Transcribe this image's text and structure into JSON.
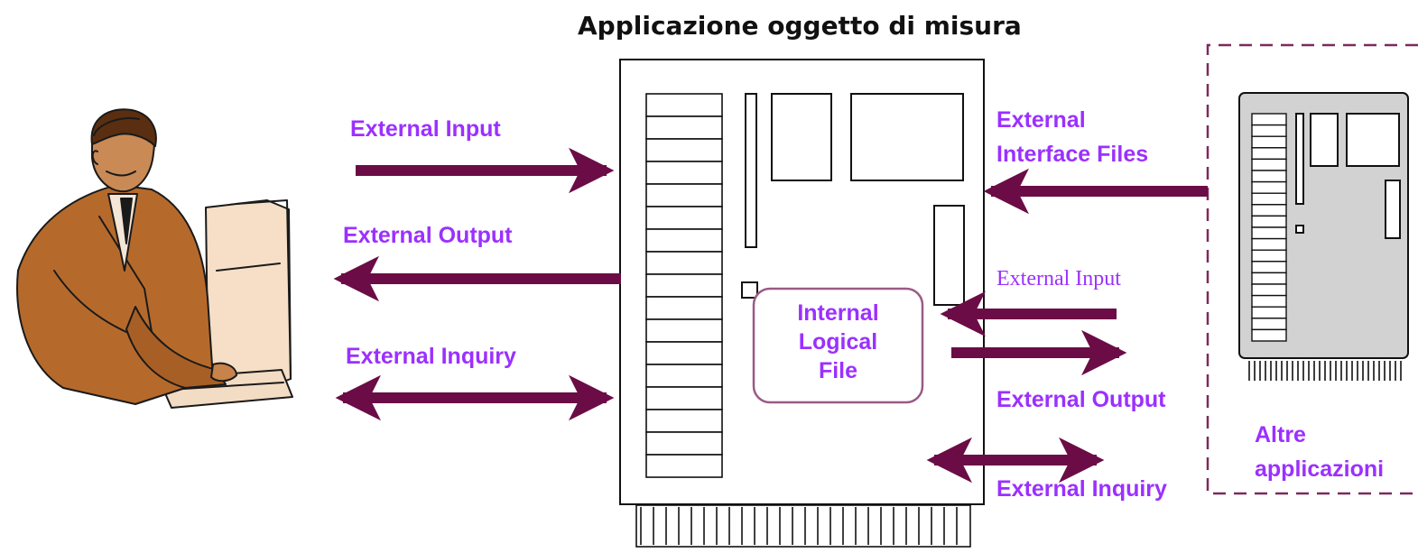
{
  "title": "Applicazione oggetto di misura",
  "colors": {
    "arrow": "#6b0c46",
    "label": "#9b30ff",
    "boundary": "#7d2a5a",
    "ilf_border": "#9a5a86",
    "board_gray": "#d2d2d2"
  },
  "left_labels": {
    "external_input": "External Input",
    "external_output": "External Output",
    "external_inquiry": "External Inquiry"
  },
  "right_labels": {
    "eif_line1": "External",
    "eif_line2": "Interface Files",
    "external_input": "External Input",
    "external_output": "External Output",
    "external_inquiry": "External Inquiry"
  },
  "ilf": {
    "line1": "Internal",
    "line2": "Logical",
    "line3": "File"
  },
  "other_apps": {
    "line1": "Altre",
    "line2": "applicazioni"
  },
  "icons": {
    "user": "person-at-computer-icon",
    "main_board": "circuit-board-icon",
    "other_board": "circuit-board-icon"
  }
}
